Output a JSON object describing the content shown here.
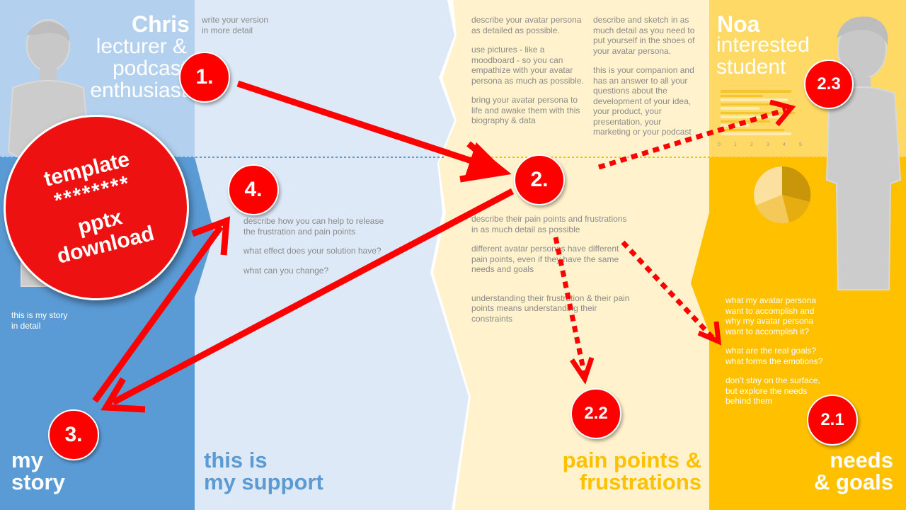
{
  "colors": {
    "story_top": "#b3d1ee",
    "story_bottom": "#5b9bd5",
    "support_bg": "#dde9f6",
    "pain_top": "#fef0c0",
    "pain_bottom": "#fff2cc",
    "needs_top": "#ffd966",
    "needs_bottom": "#ffc000",
    "accent_red": "#ff0000",
    "title_blue": "#5b9bd5",
    "title_gold": "#ffc000"
  },
  "persona_left": {
    "name": "Chris",
    "role_lines": [
      "lecturer &",
      "podcast",
      "enthusiast"
    ]
  },
  "persona_right": {
    "name": "Noa",
    "role_lines": [
      "interested",
      "student"
    ]
  },
  "texts": {
    "support_top": [
      "write your version",
      "in more detail"
    ],
    "pain_top_left": [
      "describe your avatar persona as detailed as possible.",
      "use pictures - like a moodboard - so you can empathize with your avatar persona as much as possible.",
      "bring your avatar persona to life and awake them with this biography & data"
    ],
    "pain_top_right": [
      "describe and sketch in as much detail as you need to put yourself in the shoes of your avatar persona.",
      "this is your companion and has an answer to all your questions about the development of your idea, your product, your presentation, your marketing or your podcast"
    ],
    "support_bottom": [
      "describe how you can help to release the frustration and pain points",
      "what effect does your solution have?",
      "what can you change?"
    ],
    "pain_bottom": [
      "describe their pain points and frustrations in as much detail as possible",
      "different avatar personas have different pain points, even if they have the same needs and goals",
      "understanding their frustration & their pain points means understanding their constraints"
    ],
    "story_bottom": [
      "this is my story",
      "in detail"
    ],
    "needs_bottom": [
      "what my avatar persona want to accomplish and why my avatar persona want to accomplish it?",
      "what are the real goals? what forms the emotions?",
      "don't stay on the surface, but explore the needs behind them"
    ]
  },
  "column_titles": {
    "story": [
      "my",
      "story"
    ],
    "support": [
      "this is",
      "my support"
    ],
    "pain": [
      "pain points &",
      "frustrations"
    ],
    "needs": [
      "needs",
      "& goals"
    ]
  },
  "steps": {
    "s1": "1.",
    "s2": "2.",
    "s21": "2.1",
    "s22": "2.2",
    "s23": "2.3",
    "s3": "3.",
    "s4": "4."
  },
  "promo": {
    "line1": "template",
    "line2": "********",
    "line3": "pptx",
    "line4": "download"
  },
  "mini_bar_chart": {
    "ticks": [
      "0",
      "1",
      "2",
      "3",
      "4",
      "5"
    ]
  }
}
